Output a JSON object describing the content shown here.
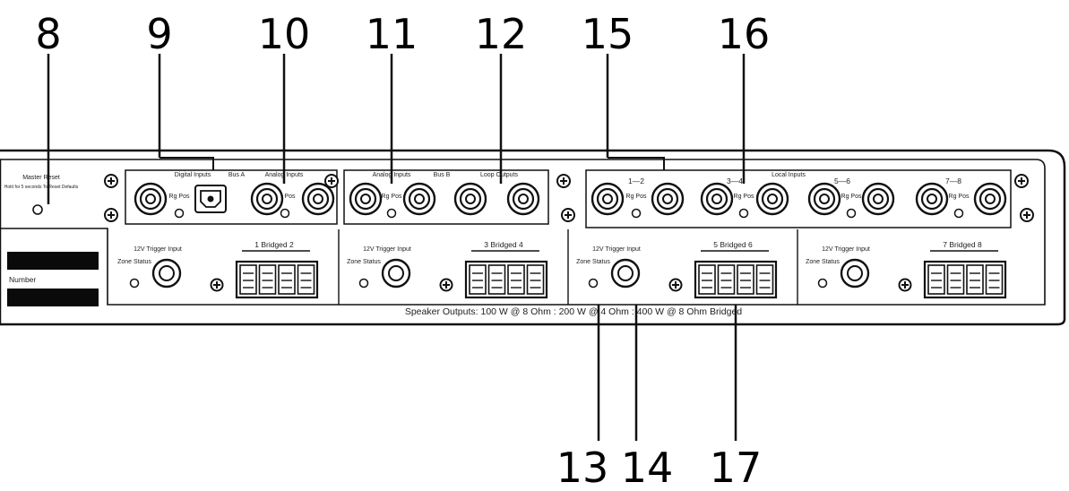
{
  "callouts_top": [
    "8",
    "9",
    "10",
    "11",
    "12",
    "15",
    "16"
  ],
  "callouts_bottom": [
    "13",
    "14",
    "17"
  ],
  "panel": {
    "master_reset": "Master Reset",
    "master_reset_sub": "Hold for 5 seconds To Reset Defaults",
    "digital_inputs": "Digital Inputs",
    "bus_a": "Bus A",
    "analog_inputs_a": "Analog Inputs",
    "analog_inputs_b": "Analog Inputs",
    "bus_b": "Bus B",
    "loop_outputs": "Loop Outputs",
    "local_inputs": "Local Inputs",
    "pair_1_2": "1—2",
    "pair_3_4": "3—4",
    "pair_5_6": "5—6",
    "pair_7_8": "7—8",
    "rg_pos": "Rg Pos",
    "serial_number": "Number",
    "trigger_input": "12V Trigger Input",
    "zone_status": "Zone Status",
    "bridged_1_2": "1  Bridged  2",
    "bridged_3_4": "3  Bridged  4",
    "bridged_5_6": "5  Bridged  6",
    "bridged_7_8": "7  Bridged  8",
    "speaker_outputs": "Speaker Outputs: 100 W @ 8 Ohm : 200 W @ 4 Ohm : 400 W @ 8 Ohm Bridged"
  }
}
